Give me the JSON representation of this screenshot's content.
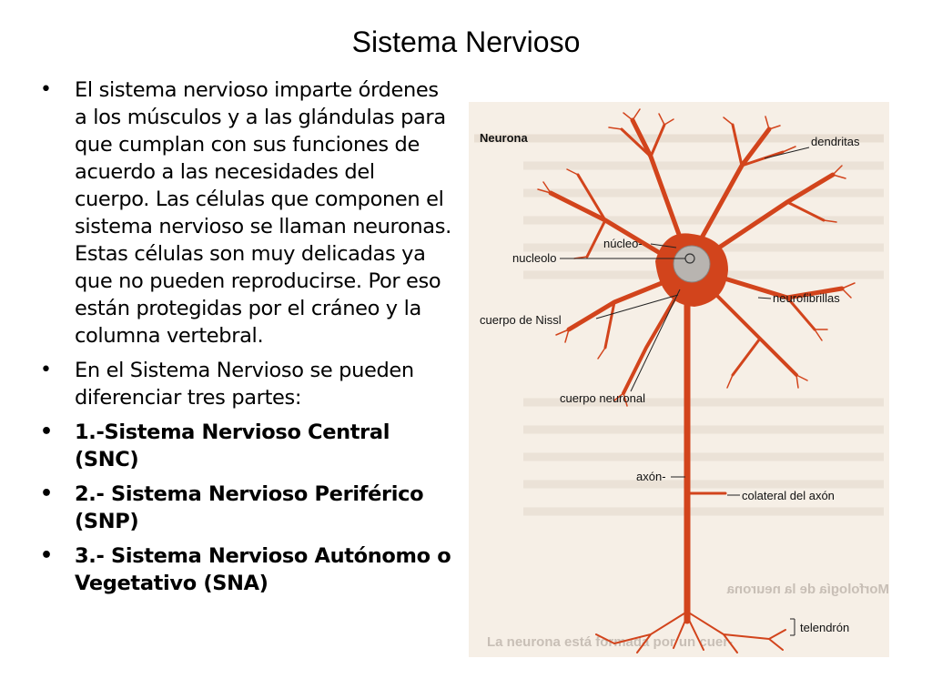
{
  "slide": {
    "title": "Sistema Nervioso",
    "bullets": [
      {
        "text": "El sistema nervioso imparte órdenes a los músculos y a las glándulas para que cumplan con sus funciones de acuerdo a las necesidades del cuerpo. Las células que componen el sistema nervioso se llaman neuronas. Estas células son muy delicadas ya que no pueden reproducirse. Por eso están protegidas por el cráneo y la columna vertebral.",
        "bold": false
      },
      {
        "text": "En el Sistema Nervioso se pueden diferenciar tres partes:",
        "bold": false
      },
      {
        "text": "1.-Sistema Nervioso Central (SNC)",
        "bold": true
      },
      {
        "text": "2.- Sistema Nervioso Periférico (SNP)",
        "bold": true
      },
      {
        "text": "3.- Sistema Nervioso Autónomo o Vegetativo (SNA)",
        "bold": true
      }
    ],
    "bullet_symbol": "•"
  },
  "figure": {
    "title": "Neurona",
    "labels": {
      "dendritas": "dendritas",
      "nucleo": "núcleo-",
      "nucleolo": "nucleolo",
      "neurofibrillas": "neurofibrillas",
      "nissl": "cuerpo de Nissl",
      "cuerpo_neuronal": "cuerpo neuronal",
      "axon": "axón-",
      "colateral": "colateral del axón",
      "telendron": "telendrón"
    },
    "background_text": {
      "mirrored_heading": "Morfología de la neurona",
      "caption": "La neurona está formada por un cuer-"
    },
    "colors": {
      "neuron": "#d2441c",
      "nucleus": "#b8b4b0",
      "paper": "#f6efe6"
    }
  }
}
